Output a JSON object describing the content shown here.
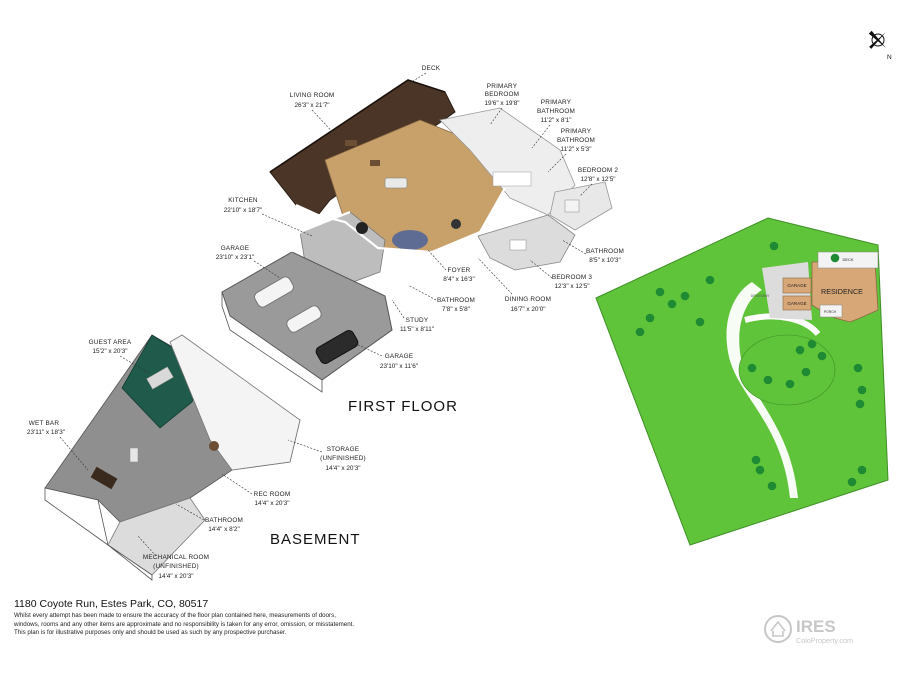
{
  "rooms": {
    "deck": {
      "name": "DECK",
      "dim": ""
    },
    "living": {
      "name": "LIVING ROOM",
      "dim": "26'3\" x 21'7\""
    },
    "primary_bed": {
      "name": "PRIMARY",
      "name2": "BEDROOM",
      "dim": "19'6\" x 19'8\""
    },
    "primary_bath1": {
      "name": "PRIMARY",
      "name2": "BATHROOM",
      "dim": "11'2\" x 8'1\""
    },
    "primary_bath2": {
      "name": "PRIMARY",
      "name2": "BATHROOM",
      "dim": "11'2\" x 5'3\""
    },
    "bedroom2": {
      "name": "BEDROOM 2",
      "dim": "12'8\" x 12'5\""
    },
    "kitchen": {
      "name": "KITCHEN",
      "dim": "22'10\" x 18'7\""
    },
    "garage1": {
      "name": "GARAGE",
      "dim": "23'10\" x 23'1\""
    },
    "bathroom_r": {
      "name": "BATHROOM",
      "dim": "8'5\" x 10'3\""
    },
    "foyer": {
      "name": "FOYER",
      "dim": "8'4\" x 16'3\""
    },
    "bedroom3": {
      "name": "BEDROOM 3",
      "dim": "12'3\" x 12'5\""
    },
    "bathroom_m": {
      "name": "BATHROOM",
      "dim": "7'8\" x 5'8\""
    },
    "dining": {
      "name": "DINING ROOM",
      "dim": "16'7\" x 20'0\""
    },
    "study": {
      "name": "STUDY",
      "dim": "11'5\" x 8'11\""
    },
    "garage2": {
      "name": "GARAGE",
      "dim": "23'10\" x 11'6\""
    },
    "guest": {
      "name": "GUEST AREA",
      "dim": "15'2\" x 20'3\""
    },
    "wetbar": {
      "name": "WET BAR",
      "dim": "23'11\" x 18'3\""
    },
    "storage": {
      "name": "STORAGE",
      "name2": "(UNFINISHED)",
      "dim": "14'4\" x 20'3\""
    },
    "rec": {
      "name": "REC ROOM",
      "dim": "14'4\" x 20'3\""
    },
    "bathroom_b": {
      "name": "BATHROOM",
      "dim": "14'4\" x 8'2\""
    },
    "mechanical": {
      "name": "MECHANICAL ROOM",
      "name2": "(UNFINISHED)",
      "dim": "14'4\" x 20'3\""
    }
  },
  "floors": {
    "first": "FIRST FLOOR",
    "basement": "BASEMENT"
  },
  "site": {
    "residence": "RESIDENCE",
    "garage_a": "GARAGE",
    "garage_b": "GARAGE",
    "deck": "DECK",
    "driveway": "DRIVEWAY",
    "porch": "PORCH"
  },
  "compass": {
    "label": "N"
  },
  "footer": {
    "address": "1180 Coyote Run, Estes Park, CO, 80517",
    "disclaimer1": "Whilst every attempt has been made to ensure the accuracy of the floor plan contained here, measurements of doors,",
    "disclaimer2": "windows, rooms and any other items are approximate and no responsibility is taken for any error, omission, or misstatement.",
    "disclaimer3": "This plan is for illustrative purposes only and should be used as such by any prospective purchaser."
  },
  "watermark": {
    "brand": "IRES",
    "site": "ColoProperty.com"
  },
  "colors": {
    "grass": "#5fc439",
    "tree": "#1e8a34",
    "deck": "#4a3527",
    "wood": "#c8a06a",
    "guest_floor": "#1f5a4a",
    "concrete": "#9a9a9a",
    "roof": "#d8a777"
  }
}
